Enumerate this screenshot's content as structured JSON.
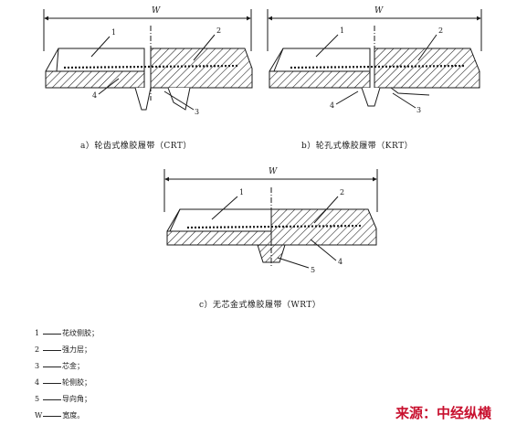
{
  "figures": {
    "a": {
      "caption": "a）轮齿式橡胶履带（CRT）",
      "width_label": "W",
      "callouts": [
        "1",
        "2",
        "3",
        "4"
      ]
    },
    "b": {
      "caption": "b）轮孔式橡胶履带（KRT）",
      "width_label": "W",
      "callouts": [
        "1",
        "2",
        "3",
        "4"
      ]
    },
    "c": {
      "caption": "c）无芯金式橡胶履带（WRT）",
      "width_label": "W",
      "callouts": [
        "1",
        "2",
        "4",
        "5"
      ]
    }
  },
  "legend": [
    {
      "key": "1",
      "text": "花纹侧胶；"
    },
    {
      "key": "2",
      "text": "强力层；"
    },
    {
      "key": "3",
      "text": "芯金；"
    },
    {
      "key": "4",
      "text": "轮侧胶；"
    },
    {
      "key": "5",
      "text": "导向角；"
    },
    {
      "key": "W",
      "text": "宽度。"
    }
  ],
  "source": "来源：中经纵横",
  "colors": {
    "line": "#1a1a1a",
    "source": "#c8102e"
  }
}
